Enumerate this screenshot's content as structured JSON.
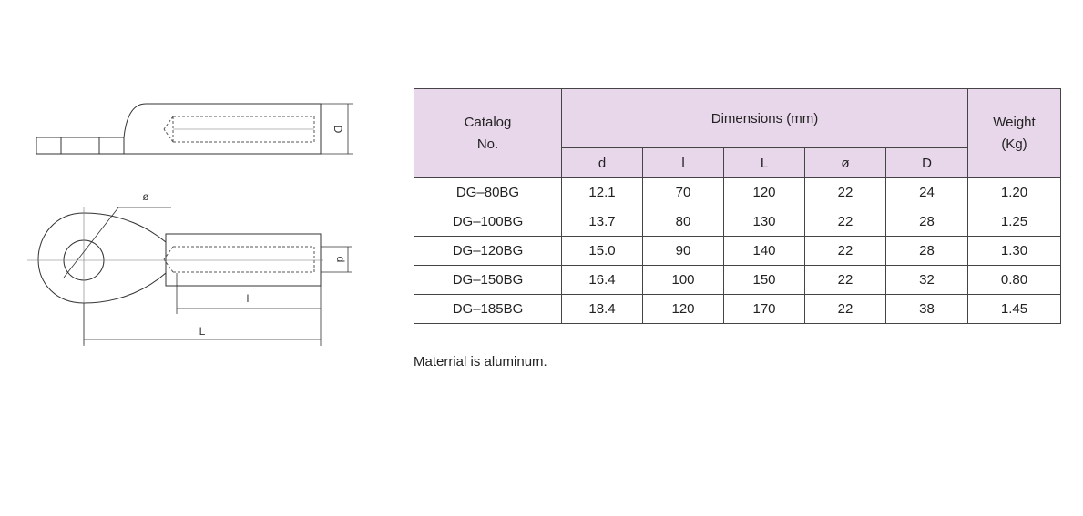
{
  "drawing": {
    "labels": {
      "D": "D",
      "diameter": "ø",
      "d": "d",
      "l": "l",
      "L": "L"
    },
    "line_color": "#333333",
    "hidden_line_color": "#555555"
  },
  "table": {
    "header": {
      "catalog": "Catalog\nNo.",
      "dimensions": "Dimensions (mm)",
      "weight": "Weight\n(Kg)",
      "subcols": [
        "d",
        "l",
        "L",
        "ø",
        "D"
      ]
    },
    "rows": [
      [
        "DG–80BG",
        "12.1",
        "70",
        "120",
        "22",
        "24",
        "1.20"
      ],
      [
        "DG–100BG",
        "13.7",
        "80",
        "130",
        "22",
        "28",
        "1.25"
      ],
      [
        "DG–120BG",
        "15.0",
        "90",
        "140",
        "22",
        "28",
        "1.30"
      ],
      [
        "DG–150BG",
        "16.4",
        "100",
        "150",
        "22",
        "32",
        "0.80"
      ],
      [
        "DG–185BG",
        "18.4",
        "120",
        "170",
        "22",
        "38",
        "1.45"
      ]
    ],
    "header_bg": "#e8d6ea",
    "border_color": "#444444"
  },
  "note": "Materrial is aluminum."
}
